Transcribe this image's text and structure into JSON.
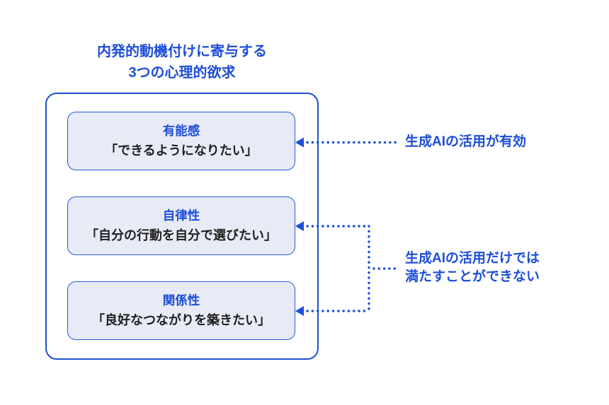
{
  "colors": {
    "accent_blue": "#1d4ed8",
    "box_fill": "#e8ebf6",
    "box_border": "#2b59d8",
    "text_dark": "#1f1f1f",
    "background": "#ffffff"
  },
  "header": {
    "title_line1": "内発的動機付けに寄与する",
    "title_line2": "3つの心理的欲求"
  },
  "diagram": {
    "boxes": [
      {
        "title": "有能感",
        "desc": "「できるようになりたい」"
      },
      {
        "title": "自律性",
        "desc": "「自分の行動を自分で選びたい」"
      },
      {
        "title": "関係性",
        "desc": "「良好なつながりを築きたい」"
      }
    ],
    "annotations": [
      {
        "text": "生成AIの活用が有効"
      },
      {
        "line1": "生成AIの活用だけでは",
        "line2": "満たすことができない"
      }
    ]
  }
}
